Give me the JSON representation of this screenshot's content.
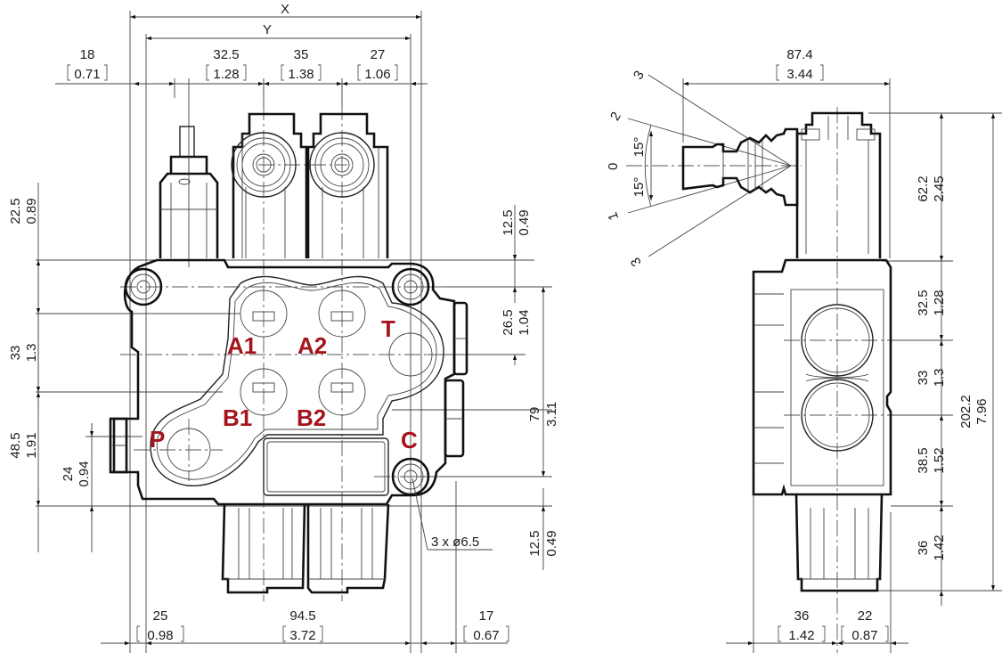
{
  "front_view": {
    "top_dims": {
      "x_label": "X",
      "y_label": "Y",
      "d1": {
        "mm": "18",
        "in": "0.71"
      },
      "d2": {
        "mm": "32.5",
        "in": "1.28"
      },
      "d3": {
        "mm": "35",
        "in": "1.38"
      },
      "d4": {
        "mm": "27",
        "in": "1.06"
      }
    },
    "left_dims": {
      "d1": {
        "mm": "22.5",
        "in": "0.89"
      },
      "d2": {
        "mm": "33",
        "in": "1.3"
      },
      "d3": {
        "mm": "48.5",
        "in": "1.91"
      },
      "d4": {
        "mm": "24",
        "in": "0.94"
      }
    },
    "right_dims": {
      "d1": {
        "mm": "12.5",
        "in": "0.49"
      },
      "d2": {
        "mm": "26.5",
        "in": "1.04"
      },
      "d3": {
        "mm": "79",
        "in": "3.11"
      },
      "d4": {
        "mm": "12.5",
        "in": "0.49"
      }
    },
    "bottom_dims": {
      "d1": {
        "mm": "25",
        "in": "0.98"
      },
      "d2": {
        "mm": "94.5",
        "in": "3.72"
      },
      "d3": {
        "mm": "17",
        "in": "0.67"
      }
    },
    "hole_callout": "3 x ø6.5",
    "ports": {
      "a1": "A1",
      "a2": "A2",
      "t": "T",
      "b1": "B1",
      "b2": "B2",
      "p": "P",
      "c": "C"
    },
    "port_color": "#a3141c"
  },
  "side_view": {
    "top_dim": {
      "mm": "87.4",
      "in": "3.44"
    },
    "angle_labels": {
      "pos3_top": "3",
      "pos2": "2",
      "pos0": "0",
      "pos1": "1",
      "pos3_bottom": "3",
      "angle_up": "15°",
      "angle_down": "15°"
    },
    "right_dims": {
      "d1": {
        "mm": "62.2",
        "in": "2.45"
      },
      "d2": {
        "mm": "32.5",
        "in": "1.28"
      },
      "d3": {
        "mm": "33",
        "in": "1.3"
      },
      "d4": {
        "mm": "38.5",
        "in": "1.52"
      },
      "d5": {
        "mm": "36",
        "in": "1.42"
      },
      "total": {
        "mm": "202.2",
        "in": "7.96"
      }
    },
    "bottom_dims": {
      "d1": {
        "mm": "36",
        "in": "1.42"
      },
      "d2": {
        "mm": "22",
        "in": "0.87"
      }
    }
  }
}
